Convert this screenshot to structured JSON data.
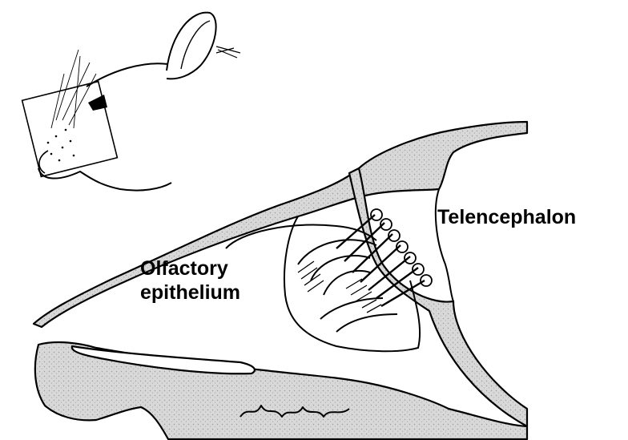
{
  "diagram": {
    "labels": {
      "telencephalon": "Telencephalon",
      "olfactory_epithelium": [
        "Olfactory",
        "epithelium"
      ]
    },
    "colors": {
      "line": "#000000",
      "bone_fill": "#d6d6d6",
      "background": "#ffffff"
    }
  }
}
